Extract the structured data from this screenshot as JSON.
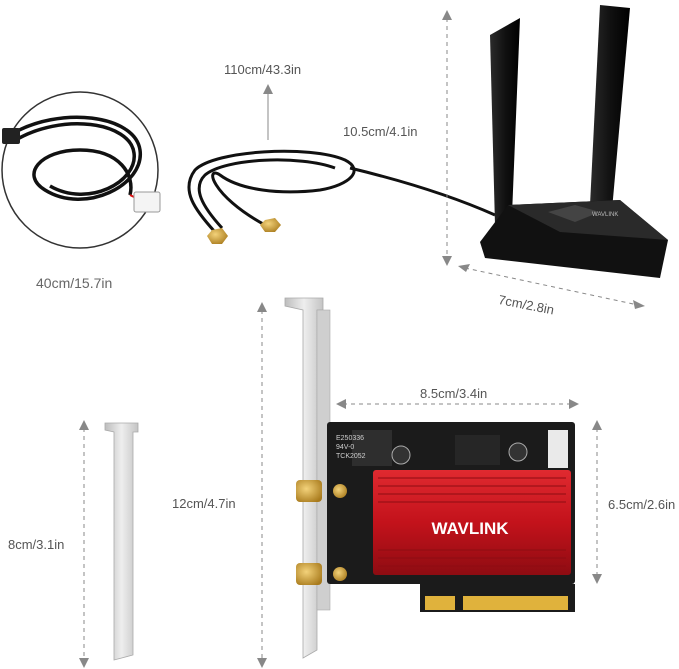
{
  "colors": {
    "heatsink_red": "#c8141e",
    "pcb_black": "#1b1b1b",
    "gold": "#d4a437",
    "bracket_silver": "#d8d8d8",
    "pcie_gold": "#e0b23c",
    "dimension_line": "#888888"
  },
  "dimensions": {
    "cable_length": "110cm/43.3in",
    "antenna_height": "10.5cm/4.1in",
    "power_cable_length": "40cm/15.7in",
    "base_width": "7cm/2.8in",
    "card_width": "8.5cm/3.4in",
    "full_bracket_height": "12cm/4.7in",
    "low_bracket_height": "8cm/3.1in",
    "card_height": "6.5cm/2.6in"
  },
  "product": {
    "brand": "WAVLINK",
    "pcb_markings": [
      "E250336",
      "94V-0",
      "TCK2052"
    ]
  }
}
